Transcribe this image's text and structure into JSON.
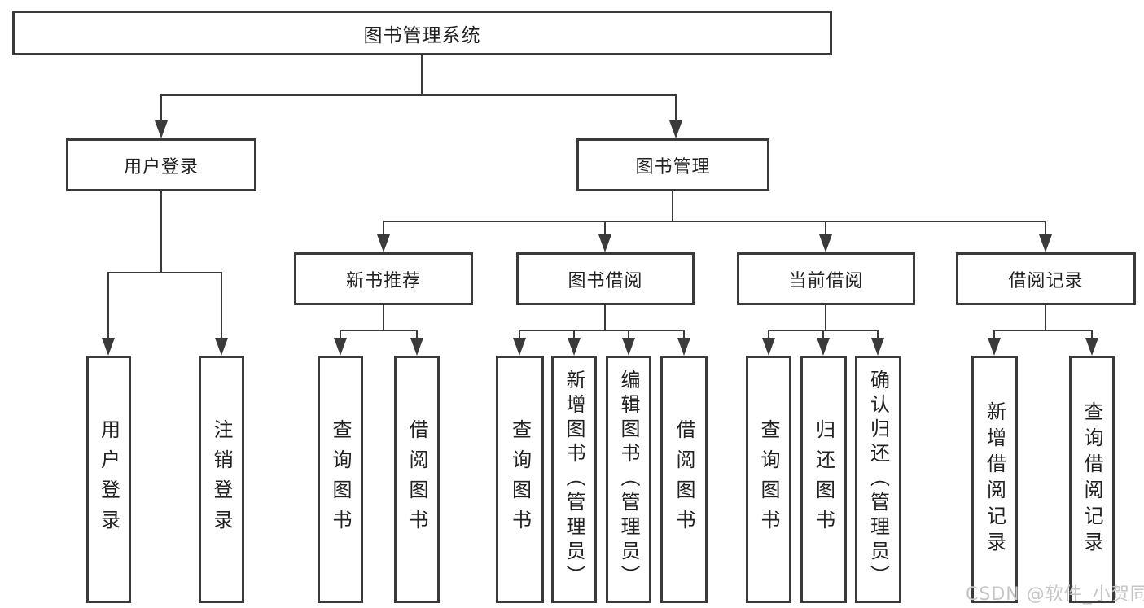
{
  "diagram": {
    "root": "图书管理系统",
    "level2": [
      "用户登录",
      "图书管理"
    ],
    "level3": [
      "新书推荐",
      "图书借阅",
      "当前借阅",
      "借阅记录"
    ],
    "groups": {
      "user_login": [
        "用户登录",
        "注销登录"
      ],
      "new_books": [
        "查询图书",
        "借阅图书"
      ],
      "book_borrow": [
        "查询图书",
        "新增图书（管理员）",
        "编辑图书（管理员）",
        "借阅图书"
      ],
      "current_borrow": [
        "查询图书",
        "归还图书",
        "确认归还（管理员）"
      ],
      "borrow_records": [
        "新增借阅记录",
        "查询借阅记录"
      ]
    }
  },
  "watermark": "CSDN @软件_小贺同学",
  "colors": {
    "line": "#3a3a3a",
    "text": "#212121",
    "watermark": "#c5c5c5",
    "background": "#ffffff"
  }
}
